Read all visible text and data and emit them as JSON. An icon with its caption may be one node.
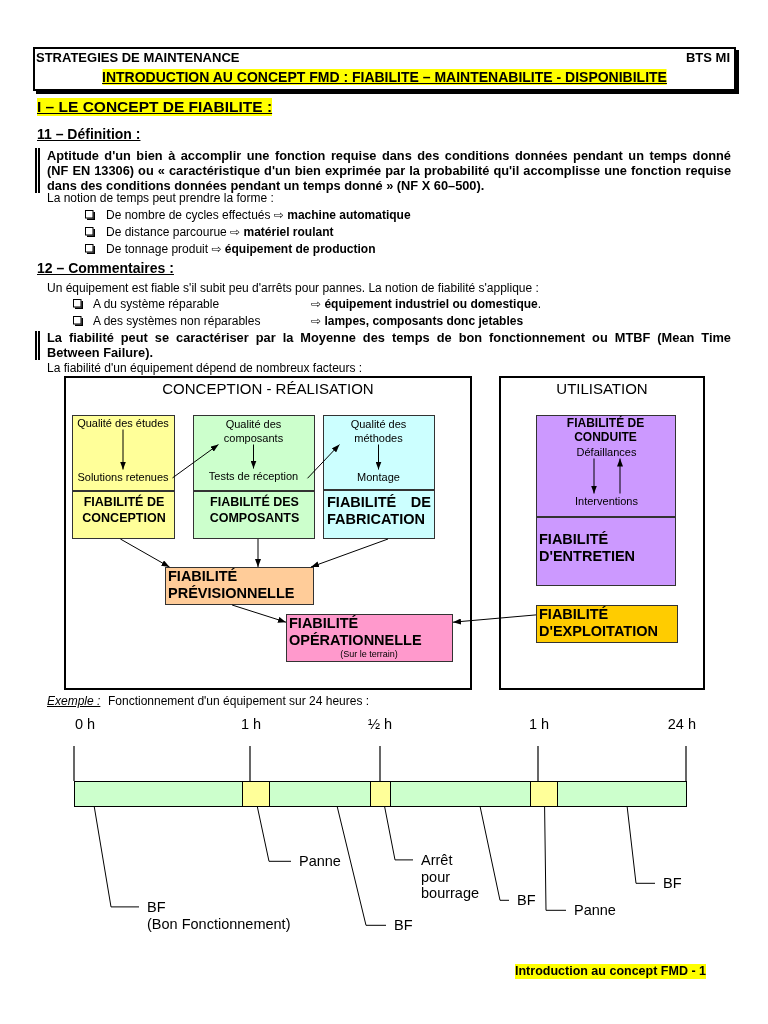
{
  "diagram": {
    "nodes": [
      {
        "text": [
          "STRATEGIES DE MAINTENANCE",
          "BTS MI",
          "INTRODUCTION AU CONCEPT FMD : FIABILITE – MAINTENABILITE - DISPONIBILITE"
        ]
      },
      {
        "text": [
          "CONCEPTION - RÉALISATION"
        ]
      },
      {
        "text": [
          "FIABILITÉ DE CONCEPTION"
        ],
        "in": 1
      },
      {
        "text": [
          "Qualité des études"
        ],
        "in": 2
      },
      {
        "text": [
          "Solutions retenues"
        ],
        "in": 2
      },
      {
        "text": [
          "FIABILITÉ DES COMPOSANTS"
        ],
        "in": 1
      },
      {
        "text": [
          "Qualité des composants"
        ],
        "in": 5
      },
      {
        "text": [
          "Tests de réception"
        ],
        "in": 5
      },
      {
        "text": [
          "FIABILITÉ DE FABRICATION"
        ],
        "in": 1
      },
      {
        "text": [
          "Qualité des méthodes"
        ],
        "in": 8
      },
      {
        "text": [
          "Montage"
        ],
        "in": 8
      },
      {
        "text": [
          "FIABILITÉ PRÉVISIONNELLE"
        ],
        "in": 1
      },
      {
        "text": [
          "FIABILITÉ OPÉRATIONNELLE",
          "(Sur le terrain)"
        ],
        "in": 1
      },
      {
        "text": [
          "UTILISATION"
        ]
      },
      {
        "text": [
          "FIABILITÉ DE CONDUITE",
          "FIABILITÉ D'ENTRETIEN"
        ],
        "in": 13
      },
      {
        "text": [
          "Défaillances"
        ],
        "in": 14
      },
      {
        "text": [
          "Interventions"
        ],
        "in": 14
      },
      {
        "text": [
          "FIABILITÉ D'EXPLOITATION"
        ],
        "in": 13
      },
      {
        "text": [],
        "shape": "bar"
      },
      {
        "text": [],
        "shape": "bar"
      },
      {
        "text": [],
        "shape": "bar"
      },
      {
        "text": [],
        "shape": "bar"
      },
      {
        "text": [],
        "shape": "bar"
      },
      {
        "text": [],
        "shape": "bar"
      },
      {
        "text": [],
        "shape": "bar"
      },
      {
        "text": [
          "BF",
          "(Bon Fonctionnement)"
        ]
      },
      {
        "text": [
          "Panne"
        ]
      },
      {
        "text": [
          "BF"
        ]
      },
      {
        "text": [
          "Arrêt pour bourrage"
        ]
      },
      {
        "text": [
          "BF"
        ]
      },
      {
        "text": [
          "Panne"
        ]
      },
      {
        "text": [
          "BF"
        ]
      }
    ],
    "edges": [
      {
        "from": 3,
        "to": 4,
        "arrow": "to"
      },
      {
        "from": 4,
        "to": 6,
        "arrow": "to"
      },
      {
        "from": 6,
        "to": 7,
        "arrow": "to"
      },
      {
        "from": 7,
        "to": 9,
        "arrow": "to"
      },
      {
        "from": 9,
        "to": 10,
        "arrow": "to"
      },
      {
        "from": 15,
        "to": 16,
        "arrow": "to"
      },
      {
        "from": 16,
        "to": 15,
        "arrow": "to"
      },
      {
        "from": 2,
        "to": 11,
        "arrow": "to"
      },
      {
        "from": 5,
        "to": 11,
        "arrow": "to"
      },
      {
        "from": 8,
        "to": 11,
        "arrow": "to"
      },
      {
        "from": 11,
        "to": 12,
        "arrow": "to"
      },
      {
        "from": 17,
        "to": 12,
        "arrow": "to"
      },
      {
        "from": 25,
        "to": 18,
        "arrow": "none"
      },
      {
        "from": 26,
        "to": 19,
        "arrow": "none"
      },
      {
        "from": 27,
        "to": 20,
        "arrow": "none"
      },
      {
        "from": 28,
        "to": 21,
        "arrow": "none"
      },
      {
        "from": 29,
        "to": 22,
        "arrow": "none"
      },
      {
        "from": 30,
        "to": 23,
        "arrow": "none"
      },
      {
        "from": 31,
        "to": 24,
        "arrow": "none"
      }
    ],
    "labels": [
      "I – LE CONCEPT DE FIABILITE :",
      "11 – Définition :",
      "Aptitude d'un bien à accomplir une fonction requise dans des conditions données pendant un temps donné (NF EN 13306) ou « caractéristique d'un bien exprimée par la probabilité qu'il accomplisse une fonction requise dans des conditions données pendant un temps donné » (NF X 60–500).",
      "La notion de temps peut prendre la forme :",
      "De nombre de cycles effectués ⇨ **machine automatique**",
      "De distance parcourue ⇨ **matériel roulant**",
      "De tonnage produit ⇨ **équipement de production**",
      "12 – Commentaires :",
      "Un équipement est fiable s'il subit peu d'arrêts pour pannes. La notion de fiabilité s'applique :",
      "A du système réparable",
      "⇨ **équipement industriel ou domestique**.",
      "A des systèmes non réparables",
      "⇨ **lampes, composants donc jetables**",
      "La fiabilité peut se caractériser par la Moyenne des temps de bon fonctionnement ou MTBF (Mean Time Between Failure).",
      "La fiabilité d'un équipement dépend de nombreux facteurs :",
      "Exemple :",
      "Fonctionnement d'un équipement sur 24 heures :",
      "0 h",
      "1 h",
      "½ h",
      "1 h",
      "24 h",
      "Introduction au concept FMD - 1"
    ]
  }
}
